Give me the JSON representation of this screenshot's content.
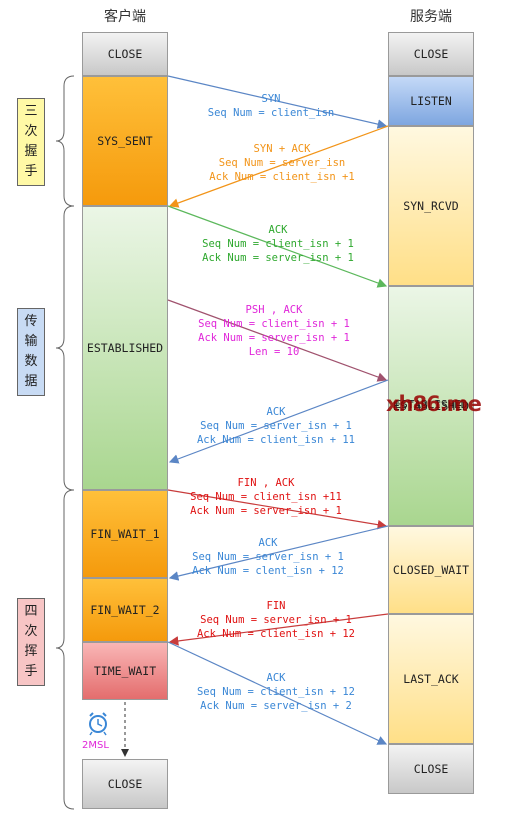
{
  "headers": {
    "client": "客户端",
    "server": "服务端"
  },
  "client_states": {
    "close_top": "CLOSE",
    "sys_sent": "SYS_SENT",
    "established": "ESTABLISHED",
    "fin_wait_1": "FIN_WAIT_1",
    "fin_wait_2": "FIN_WAIT_2",
    "time_wait": "TIME_WAIT",
    "close_bottom": "CLOSE"
  },
  "server_states": {
    "close_top": "CLOSE",
    "listen": "LISTEN",
    "syn_rcvd": "SYN_RCVD",
    "established": "ESTABLISHED",
    "closed_wait": "CLOSED_WAIT",
    "last_ack": "LAST_ACK",
    "close_bottom": "CLOSE"
  },
  "phases": {
    "handshake": [
      "三",
      "次",
      "握",
      "手"
    ],
    "transfer": [
      "传",
      "输",
      "数",
      "据"
    ],
    "wave": [
      "四",
      "次",
      "挥",
      "手"
    ]
  },
  "messages": [
    {
      "lines": [
        "SYN",
        "Seq Num = client_isn"
      ]
    },
    {
      "lines": [
        "SYN + ACK",
        "Seq Num = server_isn",
        "Ack Num =  client_isn +1"
      ]
    },
    {
      "lines": [
        "ACK",
        "Seq Num = client_isn + 1",
        "Ack Num = server_isn + 1"
      ]
    },
    {
      "lines": [
        "PSH , ACK",
        "Seq Num = client_isn + 1",
        "Ack Num = server_isn + 1",
        "Len = 10"
      ]
    },
    {
      "lines": [
        "ACK",
        "Seq Num = server_isn + 1",
        "Ack Num = client_isn + 11"
      ]
    },
    {
      "lines": [
        "FIN , ACK",
        "Seq Num = client_isn +11",
        "Ack Num = server_isn + 1"
      ]
    },
    {
      "lines": [
        "ACK",
        "Seq Num = server_isn + 1",
        "Ack Num = clent_isn + 12"
      ]
    },
    {
      "lines": [
        "FIN",
        "Seq Num = server_isn + 1",
        "Ack Num = client_isn + 12"
      ]
    },
    {
      "lines": [
        "ACK",
        "Seq Num = client_isn + 12",
        "Ack Num = server_isn + 2"
      ]
    }
  ],
  "timer": {
    "label": "2MSL",
    "icon": "alarm-clock-icon"
  },
  "watermark": "xh86.me",
  "colors": {
    "blue": "#3a87d6",
    "orange": "#f29418",
    "green": "#2ea82e",
    "magenta": "#e026d9",
    "red": "#e01212",
    "purple": "#a0526e"
  }
}
